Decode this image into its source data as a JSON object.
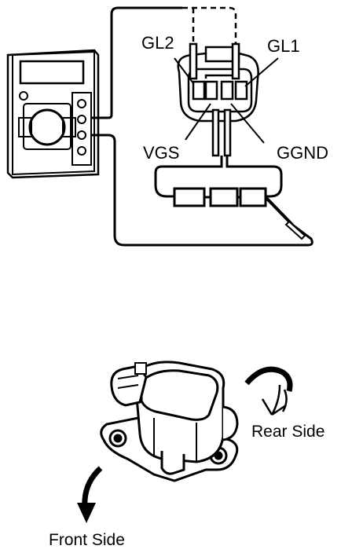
{
  "colors": {
    "ink": "#000000",
    "paper": "#ffffff"
  },
  "top_diagram": {
    "terminals": {
      "gl2": "GL2",
      "gl1": "GL1",
      "vgs": "VGS",
      "ggnd": "GGND"
    },
    "instrument_icon": "multimeter-icon",
    "resistor_icon": "resistor-chain-icon",
    "connector_icon": "sensor-connector-icon"
  },
  "bottom_diagram": {
    "sensor_icon": "sensor-unit-icon",
    "rear_label": "Rear Side",
    "front_label": "Front Side"
  }
}
